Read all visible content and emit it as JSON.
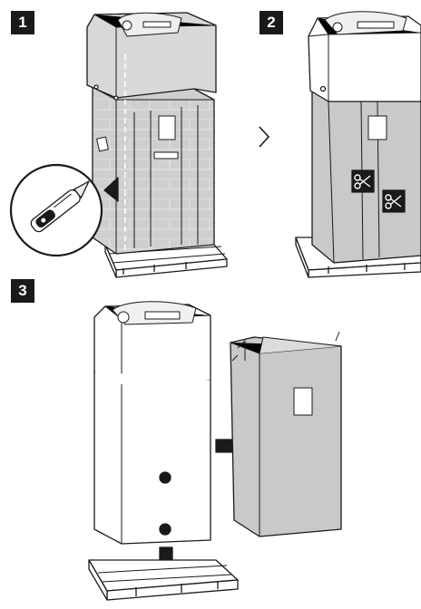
{
  "steps": [
    {
      "label": "1",
      "icons": [
        "heat-pump-unit",
        "protective-film-cover",
        "pallet",
        "utility-knife"
      ]
    },
    {
      "label": "2",
      "icons": [
        "heat-pump-unit",
        "cover-bag",
        "scissors",
        "scissors",
        "pallet"
      ]
    },
    {
      "label": "3",
      "icons": [
        "heat-pump-unit",
        "removed-cover-bag",
        "arrow-right",
        "arrow-down",
        "pallet"
      ]
    }
  ],
  "transition_icon": "chevron-right-icon",
  "colors": {
    "outline": "#1a1a1a",
    "bag_fill": "#c9c9c9",
    "film_fill": "#d6d6d6",
    "unit_fill": "#ffffff",
    "label_bg": "#1a1a1a"
  }
}
